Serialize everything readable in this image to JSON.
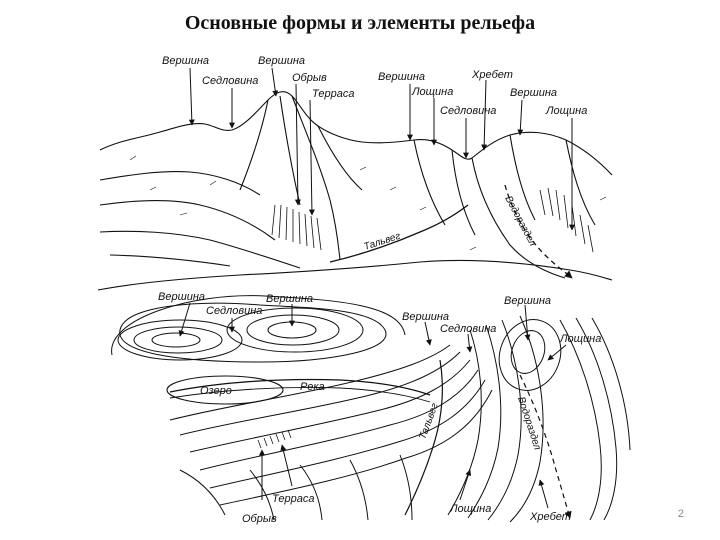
{
  "slide": {
    "title": "Основные формы и элементы рельефа",
    "page_number": "2"
  },
  "landscape_labels": {
    "vershina_1": "Вершина",
    "sedlovina_1": "Седловина",
    "vershina_2": "Вершина",
    "obryv": "Обрыв",
    "terrasa": "Терраса",
    "vershina_3": "Вершина",
    "loshchina_1": "Лощина",
    "sedlovina_2": "Седловина",
    "khrebet": "Хребет",
    "vershina_4": "Вершина",
    "loshchina_2": "Лощина",
    "talveg": "Тальвег",
    "vodorazdel": "Водораздел"
  },
  "map_labels": {
    "vershina_1": "Вершина",
    "sedlovina_1": "Седловина",
    "vershina_2": "Вершина",
    "vershina_3": "Вершина",
    "sedlovina_2": "Седловина",
    "vershina_4": "Вершина",
    "loshchina_1": "Лощина",
    "ozero": "Озеро",
    "reka": "Река",
    "talveg": "Тальвег",
    "vodorazdel": "Водораздел",
    "terrasa": "Терраса",
    "obryv": "Обрыв",
    "loshchina_2": "Лощина",
    "khrebet": "Хребет"
  }
}
